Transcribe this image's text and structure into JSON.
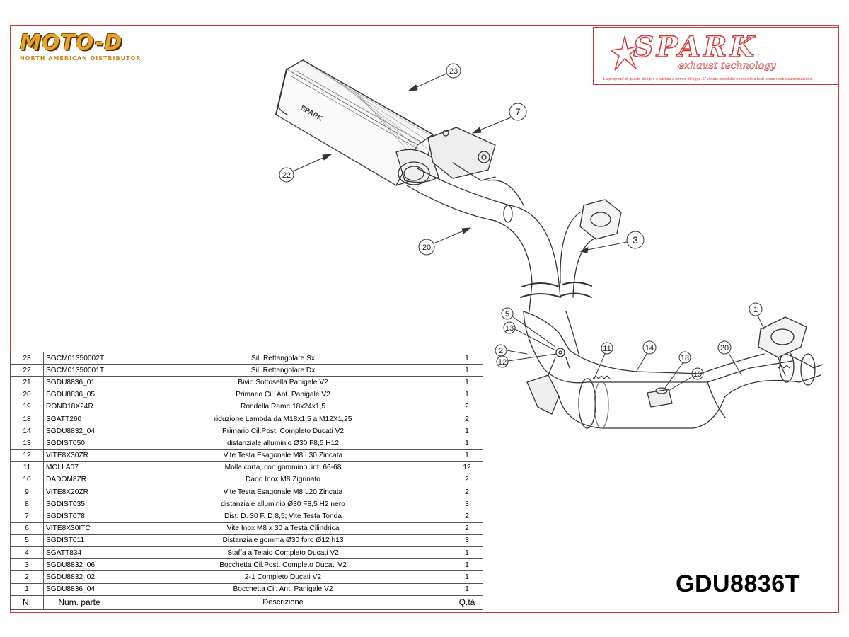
{
  "brand_left": {
    "name": "MOTO-D",
    "tagline": "NORTH AMERICAN DISTRIBUTOR"
  },
  "brand_right": {
    "name": "SPARK",
    "tagline": "exhaust technology",
    "notice": "La proprieta' di questo disegno è tutelata a termini di legge. E' vietato riprodurlo o renderlo a terzi senza nostra autorizzazione."
  },
  "model_code": "GDU8836T",
  "callouts": {
    "c1": "1",
    "c2": "2",
    "c3": "3",
    "c5": "5",
    "c7": "7",
    "c11": "11",
    "c12": "12",
    "c13": "13",
    "c14": "14",
    "c18": "18",
    "c19": "19",
    "c20a": "20",
    "c20b": "20",
    "c22": "22",
    "c23": "23"
  },
  "muffler_label": "SPARK",
  "bom": {
    "headers": {
      "n": "N.",
      "code": "Num. parte",
      "desc": "Descrizione",
      "qty": "Q.tà"
    },
    "rows": [
      {
        "n": "23",
        "code": "SGCM01350002T",
        "desc": "Sil. Rettangolare Sx",
        "qty": "1"
      },
      {
        "n": "22",
        "code": "SGCM01350001T",
        "desc": "Sil. Rettangolare Dx",
        "qty": "1"
      },
      {
        "n": "21",
        "code": "SGDU8836_01",
        "desc": "Bivio Sottosella Panigale V2",
        "qty": "1"
      },
      {
        "n": "20",
        "code": "SGDU8836_05",
        "desc": "Primario Cil. Ant. Panigale V2",
        "qty": "1"
      },
      {
        "n": "19",
        "code": "ROND18X24R",
        "desc": "Rondella Rame 18x24x1,5",
        "qty": "2"
      },
      {
        "n": "18",
        "code": "SGATT260",
        "desc": "riduzione Lambda da M18x1,5 a M12X1,25",
        "qty": "2"
      },
      {
        "n": "14",
        "code": "SGDU8832_04",
        "desc": "Primario Cil.Post. Completo Ducati V2",
        "qty": "1"
      },
      {
        "n": "13",
        "code": "SGDIST050",
        "desc": "distanziale alluminio Ø30 F8,5 H12",
        "qty": "1"
      },
      {
        "n": "12",
        "code": "VITE8X30ZR",
        "desc": "Vite Testa Esagonale M8 L30 Zincata",
        "qty": "1"
      },
      {
        "n": "11",
        "code": "MOLLA07",
        "desc": "Molla corta, con gommino, int. 66-68",
        "qty": "12"
      },
      {
        "n": "10",
        "code": "DADOM8ZR",
        "desc": "Dado Inox M8 Zigrinato",
        "qty": "2"
      },
      {
        "n": "9",
        "code": "VITE8X20ZR",
        "desc": "Vite Testa Esagonale M8 L20 Zincata",
        "qty": "2"
      },
      {
        "n": "8",
        "code": "SGDIST035",
        "desc": "distanziale alluminio Ø30 F8,5 H2 nero",
        "qty": "3"
      },
      {
        "n": "7",
        "code": "SGDIST078",
        "desc": "Dist. D. 30 F. D 8,5; Vite Testa Tonda",
        "qty": "2"
      },
      {
        "n": "6",
        "code": "VITE8X30ITC",
        "desc": "Vite Inox M8 x 30 a Testa Cilindrica",
        "qty": "2"
      },
      {
        "n": "5",
        "code": "SGDIST011",
        "desc": "Distanziale gomma Ø30 foro Ø12 h13",
        "qty": "3"
      },
      {
        "n": "4",
        "code": "SGATT834",
        "desc": "Staffa a Telaio Completo Ducati V2",
        "qty": "1"
      },
      {
        "n": "3",
        "code": "SGDU8832_06",
        "desc": "Bocchetta Cil.Post. Completo Ducati V2",
        "qty": "1"
      },
      {
        "n": "2",
        "code": "SGDU8832_02",
        "desc": "2-1 Completo Ducati V2",
        "qty": "1"
      },
      {
        "n": "1",
        "code": "SGDU8836_04",
        "desc": "Bocchetta Cil. Ant. Panigale V2",
        "qty": "1"
      }
    ]
  },
  "colors": {
    "frame": "#d23a3a",
    "brand_gold": "#e2a52a",
    "line": "#333333"
  }
}
